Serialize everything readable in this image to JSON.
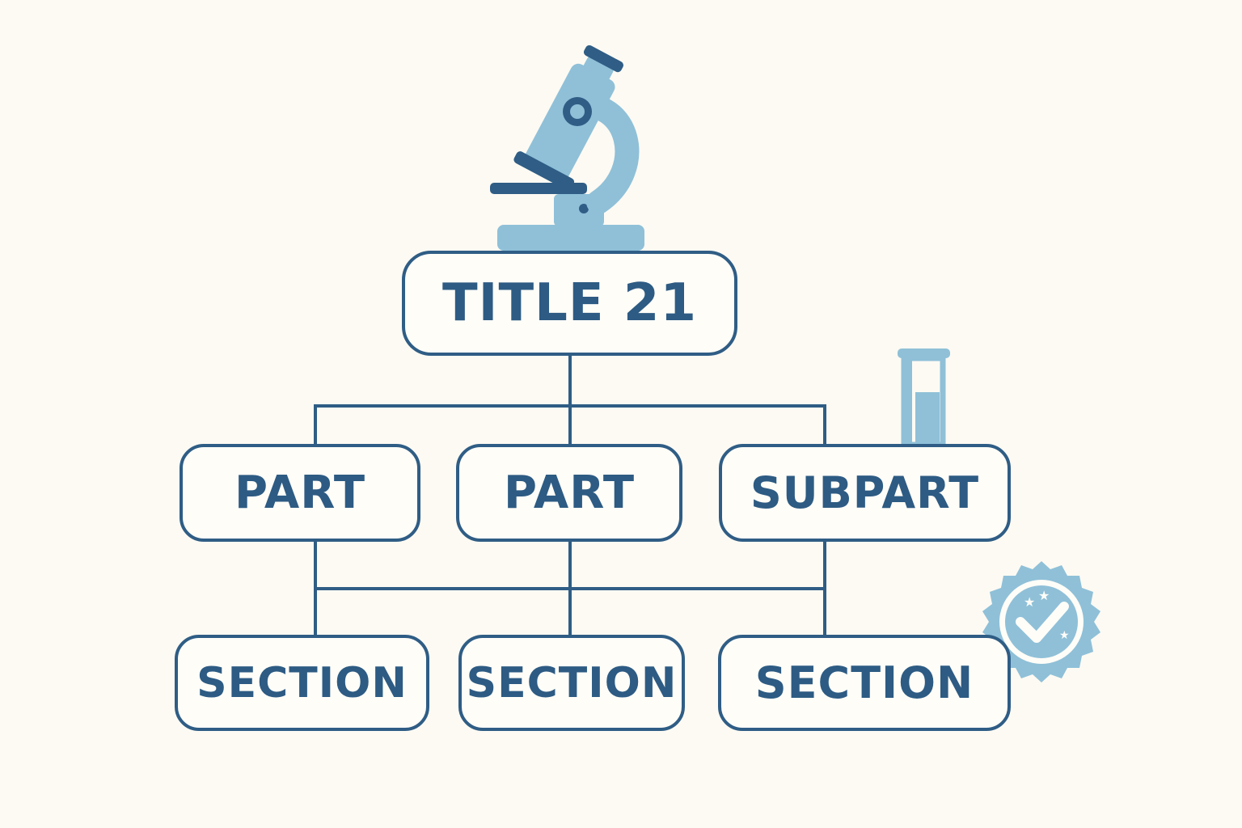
{
  "diagram": {
    "root": {
      "label": "TITLE 21"
    },
    "level2": [
      {
        "label": "PART"
      },
      {
        "label": "PART"
      },
      {
        "label": "SUBPART"
      }
    ],
    "level3": [
      {
        "label": "SECTION"
      },
      {
        "label": "SECTION"
      },
      {
        "label": "SECTION"
      }
    ]
  },
  "icons": {
    "top": "microscope-icon",
    "side": "test-tube-icon",
    "seal": "verified-badge-icon"
  },
  "colors": {
    "background": "#fdfaf3",
    "line": "#2f5d85",
    "text": "#2d5b83",
    "accent_light": "#8fc0d8",
    "accent_dark": "#2f5d85"
  }
}
